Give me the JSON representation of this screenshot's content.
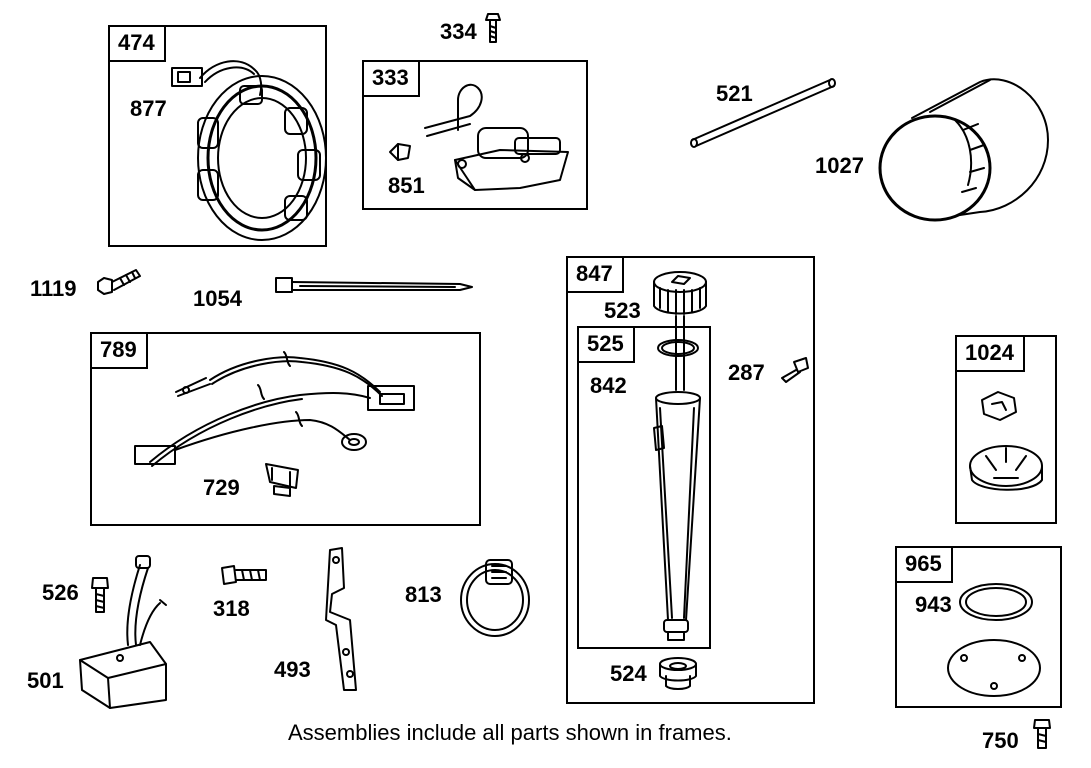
{
  "frames": {
    "f474": "474",
    "f333": "333",
    "f789": "789",
    "f847": "847",
    "f525": "525",
    "f1024": "1024",
    "f965": "965"
  },
  "parts": {
    "p334": "334",
    "p877": "877",
    "p851": "851",
    "p521": "521",
    "p1027": "1027",
    "p1119": "1119",
    "p1054": "1054",
    "p523": "523",
    "p842": "842",
    "p287": "287",
    "p729": "729",
    "p526": "526",
    "p318": "318",
    "p813": "813",
    "p501": "501",
    "p493": "493",
    "p524": "524",
    "p943": "943",
    "p750": "750"
  },
  "note": "Assemblies include all parts shown in frames."
}
